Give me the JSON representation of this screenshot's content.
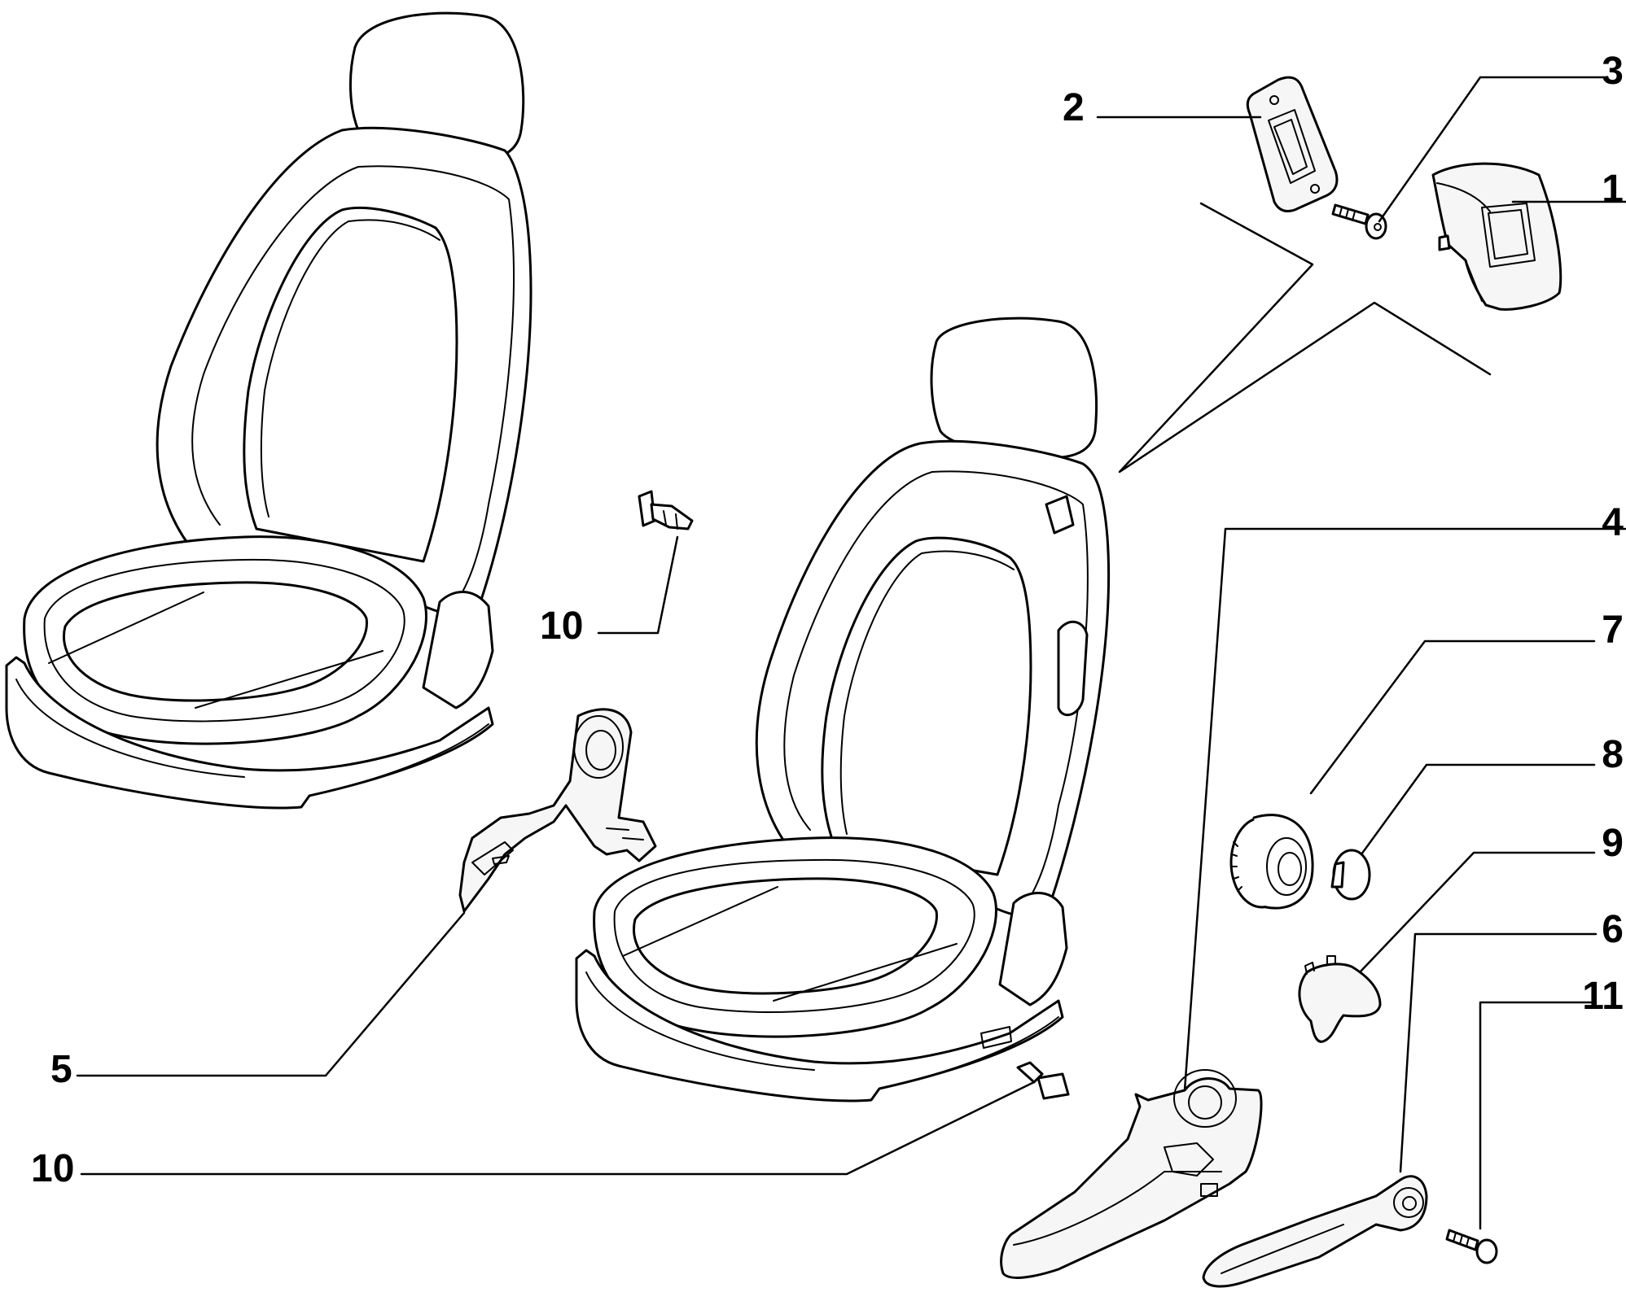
{
  "diagram": {
    "callouts": {
      "c1": "1",
      "c2": "2",
      "c3": "3",
      "c4": "4",
      "c5": "5",
      "c6": "6",
      "c7": "7",
      "c8": "8",
      "c9": "9",
      "c10_top": "10",
      "c10_bottom": "10",
      "c11": "11"
    }
  }
}
